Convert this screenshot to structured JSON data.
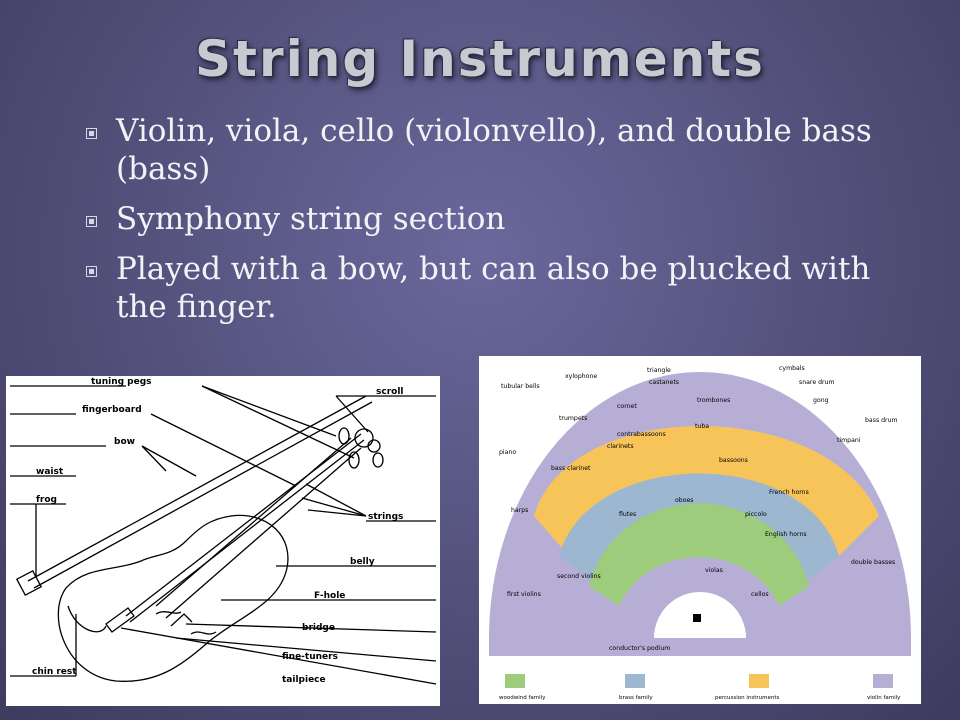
{
  "slide": {
    "title": "String Instruments",
    "bullets": [
      "Violin, viola, cello (violonvello), and double bass (bass)",
      "Symphony string section",
      "Played with a bow, but can also be plucked with the finger."
    ]
  },
  "violin_diagram": {
    "labels": {
      "tuning_pegs": "tuning pegs",
      "scroll": "scroll",
      "fingerboard": "fingerboard",
      "bow": "bow",
      "waist": "waist",
      "frog": "frog",
      "strings": "strings",
      "belly": "belly",
      "f_hole": "F-hole",
      "bridge": "bridge",
      "fine_tuners": "fine-tuners",
      "tailpiece": "tailpiece",
      "chin_rest": "chin rest"
    }
  },
  "orchestra_diagram": {
    "labels": {
      "xylophone": "xylophone",
      "triangle": "triangle",
      "castanets": "castanets",
      "cymbals": "cymbals",
      "snare_drum": "snare drum",
      "gong": "gong",
      "bass_drum": "bass drum",
      "timpani": "timpani",
      "tubular_bells": "tubular bells",
      "trumpets": "trumpets",
      "cornet": "cornet",
      "trombones": "trombones",
      "tuba": "tuba",
      "contrabassoons": "contrabassoons",
      "clarinets": "clarinets",
      "bassoons": "bassoons",
      "piano": "piano",
      "bass_clarinet": "bass clarinet",
      "oboes": "oboes",
      "french_horns": "French horns",
      "harps": "harps",
      "flutes": "flutes",
      "piccolo": "piccolo",
      "english_horns": "English horns",
      "double_basses": "double basses",
      "second_violins": "second violins",
      "violas": "violas",
      "first_violins": "first violins",
      "cellos": "cellos",
      "conductors_podium": "conductor's podium"
    },
    "legend": [
      {
        "label": "woodwind family",
        "color": "#9ccc7c"
      },
      {
        "label": "brass family",
        "color": "#9db7d1"
      },
      {
        "label": "percussion instruments",
        "color": "#f7c45a"
      },
      {
        "label": "violin family",
        "color": "#b7aed6"
      }
    ]
  }
}
